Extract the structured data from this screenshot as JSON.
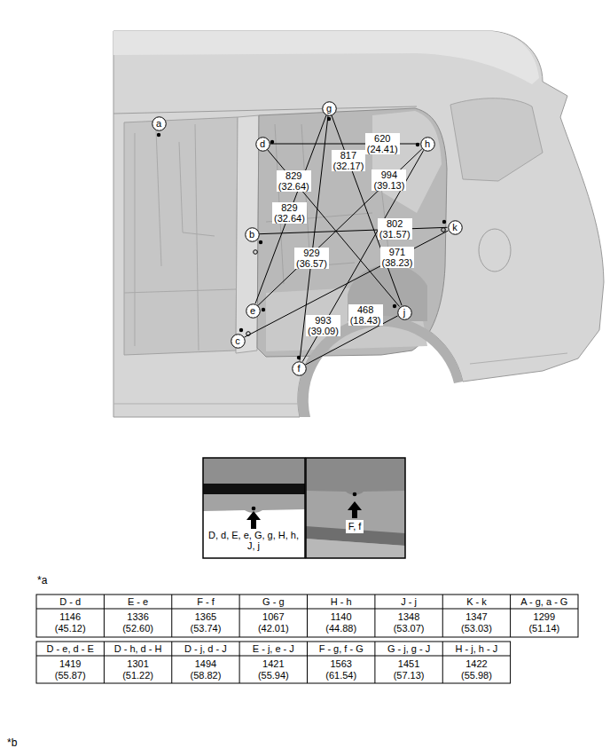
{
  "diagram": {
    "nodes": [
      {
        "text": [
          "a"
        ]
      },
      {
        "text": [
          "g"
        ]
      },
      {
        "text": [
          "d"
        ]
      },
      {
        "text": [
          "h"
        ]
      },
      {
        "text": [
          "b"
        ]
      },
      {
        "text": [
          "k"
        ]
      },
      {
        "text": [
          "e"
        ]
      },
      {
        "text": [
          "c"
        ]
      },
      {
        "text": [
          "f"
        ]
      },
      {
        "text": [
          "j"
        ]
      }
    ],
    "edges": [
      {
        "from": 2,
        "to": 3,
        "label": "620 (24.41)",
        "arrow": "none"
      },
      {
        "from": 2,
        "to": 9,
        "label": "829 (32.64)",
        "arrow": "none"
      },
      {
        "from": 1,
        "to": 6,
        "label": "829 (32.64)",
        "arrow": "none"
      },
      {
        "from": 1,
        "to": 9,
        "label": "817 (32.17)",
        "arrow": "none"
      },
      {
        "from": 3,
        "to": 6,
        "label": "994 (39.13)",
        "arrow": "none"
      },
      {
        "from": 4,
        "to": 5,
        "label": "802 (31.57)",
        "arrow": "none"
      },
      {
        "from": 1,
        "to": 8,
        "label": "929 (36.57)",
        "arrow": "none"
      },
      {
        "from": 5,
        "to": 7,
        "label": "971 (38.23)",
        "arrow": "none"
      },
      {
        "from": 3,
        "to": 8,
        "label": "993 (39.09)",
        "arrow": "none"
      },
      {
        "from": 8,
        "to": 9,
        "label": "468 (18.43)",
        "arrow": "none"
      }
    ],
    "labels": [
      "D, d, E, e, G, g, H, h, J, j",
      "F, f",
      "*a",
      "D - d",
      "E - e",
      "F - f",
      "G - g",
      "H - h",
      "J - j",
      "K - k",
      "A - g, a - G",
      "1146 (45.12)",
      "1336 (52.60)",
      "1365 (53.74)",
      "1067 (42.01)",
      "1140 (44.88)",
      "1348 (53.07)",
      "1347 (53.03)",
      "1299 (51.14)",
      "D - e, d - E",
      "D - h, d - H",
      "D - j, d - J",
      "E - j, e - J",
      "F - g, f - G",
      "G - j, g - J",
      "H - j, h - J",
      "1419 (55.87)",
      "1301 (51.22)",
      "1494 (58.82)",
      "1421 (55.94)",
      "1563 (61.54)",
      "1451 (57.13)",
      "1422 (55.98)",
      "*b"
    ]
  }
}
